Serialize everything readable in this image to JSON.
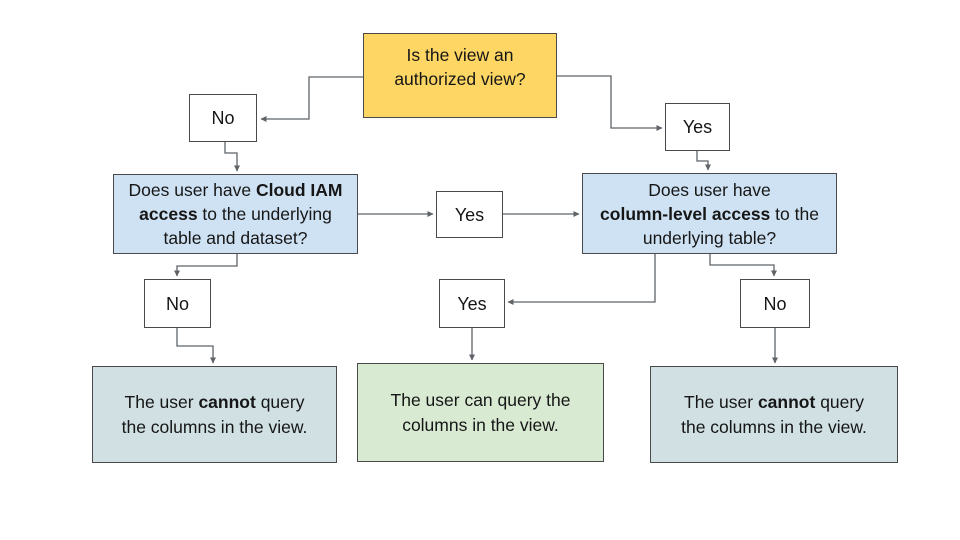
{
  "colors": {
    "background": "#ffffff",
    "decision_fill": "#fdd663",
    "question_fill": "#cfe2f3",
    "cannot_fill": "#d0e0e3",
    "can_fill": "#d9ead3",
    "label_fill": "#ffffff",
    "box_border": "#4a4a4a",
    "connector": "#5f6368",
    "text": "#161616"
  },
  "nodes": {
    "root_question": {
      "rich": [
        {
          "t": "Is the view an"
        },
        {
          "br": true
        },
        {
          "t": "authorized view?"
        }
      ]
    },
    "no_top": {
      "label": "No"
    },
    "yes_top": {
      "label": "Yes"
    },
    "iam_question": {
      "rich": [
        {
          "t": "Does user have "
        },
        {
          "t": "Cloud IAM",
          "b": true
        },
        {
          "br": true
        },
        {
          "t": "access",
          "b": true
        },
        {
          "t": " to the underlying"
        },
        {
          "br": true
        },
        {
          "t": "table and dataset?"
        }
      ]
    },
    "yes_mid": {
      "label": "Yes"
    },
    "column_question": {
      "rich": [
        {
          "t": "Does user have"
        },
        {
          "br": true
        },
        {
          "t": "column-level access",
          "b": true
        },
        {
          "t": " to the"
        },
        {
          "br": true
        },
        {
          "t": "underlying table?"
        }
      ]
    },
    "no_bottom_left": {
      "label": "No"
    },
    "yes_bottom_mid": {
      "label": "Yes"
    },
    "no_bottom_right": {
      "label": "No"
    },
    "result_cannot_left": {
      "rich": [
        {
          "t": "The user "
        },
        {
          "t": "cannot",
          "b": true
        },
        {
          "t": " query"
        },
        {
          "br": true
        },
        {
          "t": "the columns in the view."
        }
      ]
    },
    "result_can": {
      "rich": [
        {
          "t": "The user can query the"
        },
        {
          "br": true
        },
        {
          "t": "columns in the view."
        }
      ]
    },
    "result_cannot_right": {
      "rich": [
        {
          "t": "The user "
        },
        {
          "t": "cannot",
          "b": true
        },
        {
          "t": " query"
        },
        {
          "br": true
        },
        {
          "t": "the columns in the view."
        }
      ]
    }
  }
}
